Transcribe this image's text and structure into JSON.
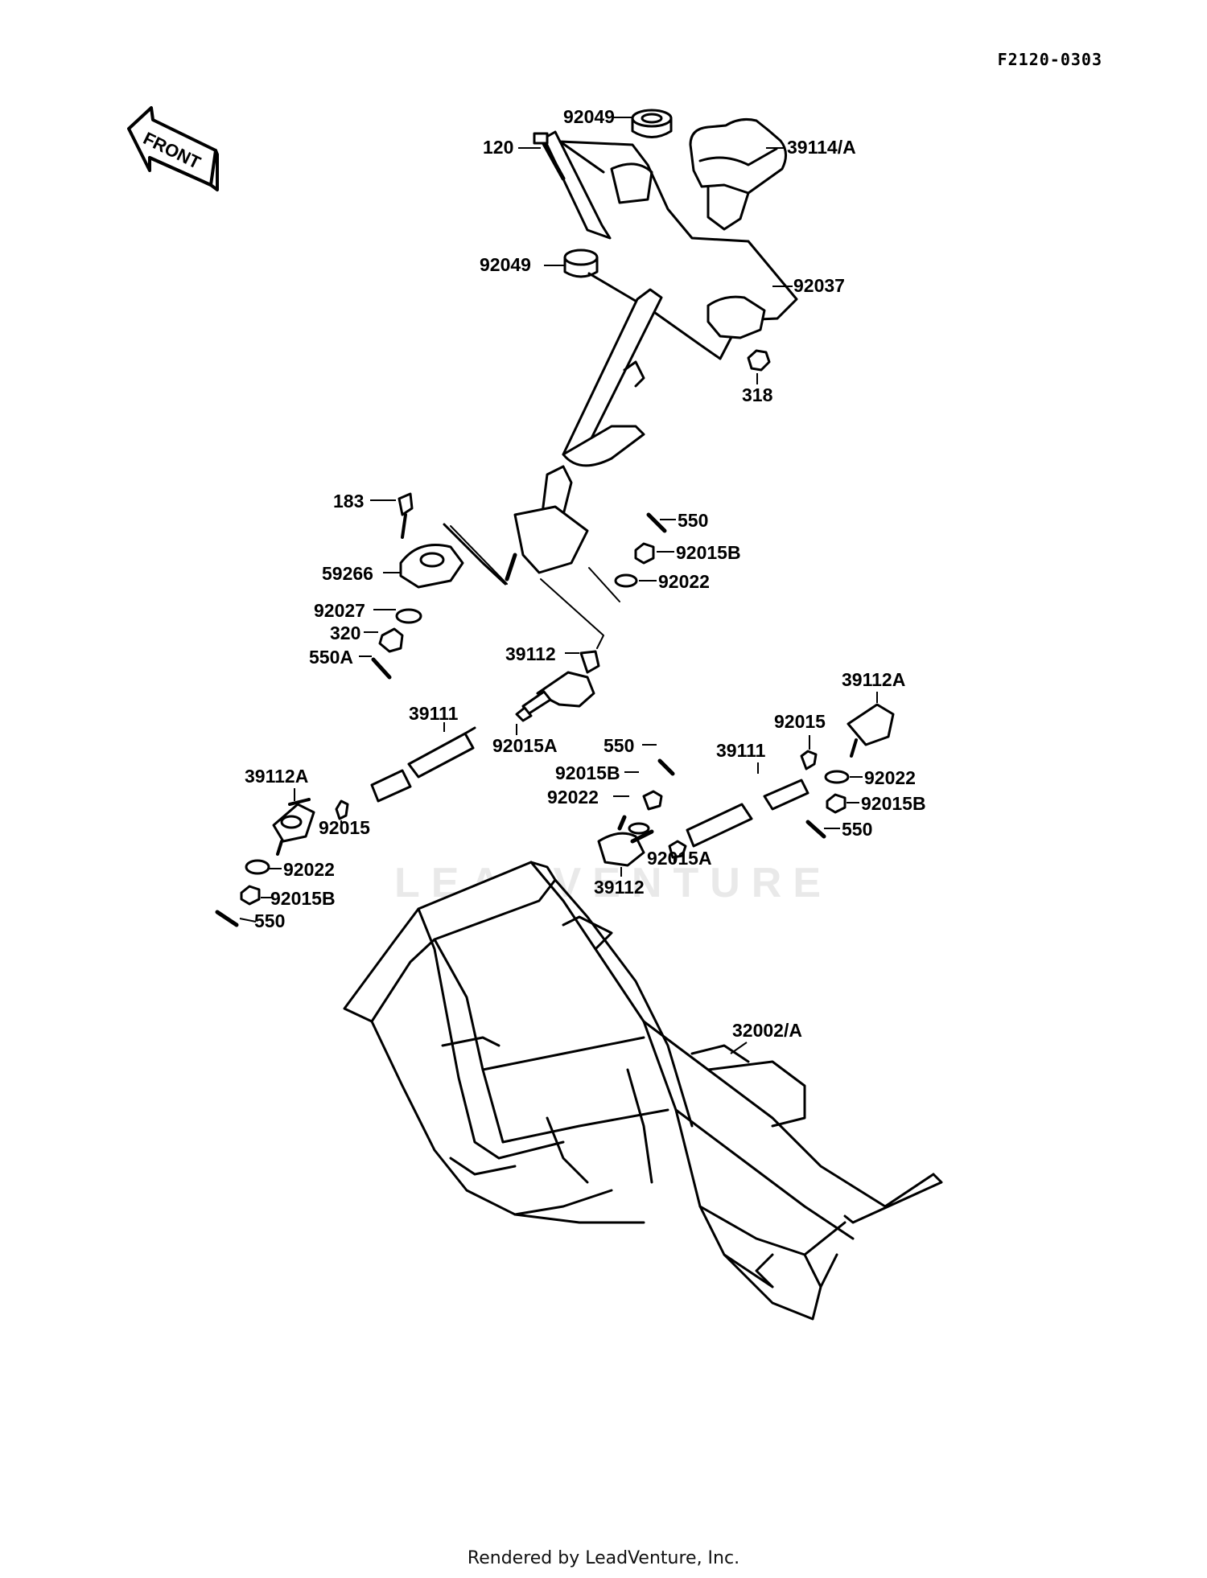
{
  "diagram_code": "F2120-0303",
  "front_label": "FRONT",
  "watermark": "LEADVENTURE",
  "footer": "Rendered by LeadVenture, Inc.",
  "callouts": {
    "p92049_top": "92049",
    "p120": "120",
    "p39114A": "39114/A",
    "p92049_bottom": "92049",
    "p92037": "92037",
    "p318": "318",
    "p183": "183",
    "p550_top": "550",
    "p92015B_top": "92015B",
    "p59266": "59266",
    "p92022_top": "92022",
    "p92027": "92027",
    "p320": "320",
    "p550A": "550A",
    "p39112_top": "39112",
    "p39112A_right": "39112A",
    "p39111_left": "39111",
    "p92015A_left": "92015A",
    "p550_mid": "550",
    "p92015_right": "92015",
    "p39111_right": "39111",
    "p39112A_left": "39112A",
    "p92015B_mid": "92015B",
    "p92022_right": "92022",
    "p92022_mid": "92022",
    "p92015B_right": "92015B",
    "p92015_left": "92015",
    "p550_right": "550",
    "p92015A_right": "92015A",
    "p92022_left": "92022",
    "p39112_bottom": "39112",
    "p92015B_left": "92015B",
    "p550_left": "550",
    "p32002A": "32002/A"
  }
}
